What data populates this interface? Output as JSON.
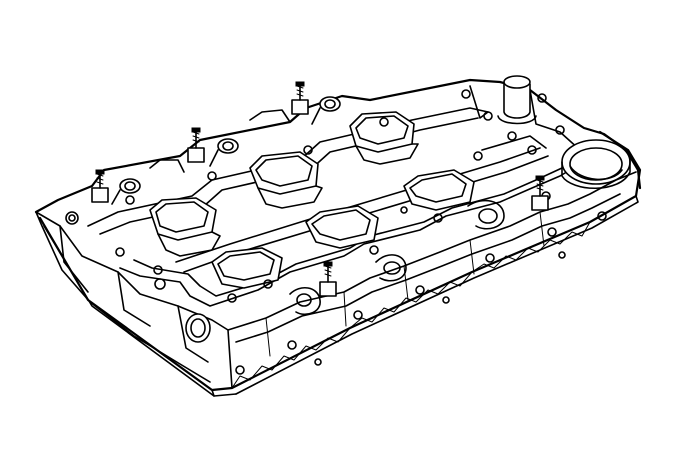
{
  "figure": {
    "subject_icon": "intake-manifest-line-drawing",
    "line_color": "#000000",
    "background_color": "#ffffff",
    "ports": [
      {
        "row": "upper",
        "index": 1
      },
      {
        "row": "upper",
        "index": 2
      },
      {
        "row": "upper",
        "index": 3
      },
      {
        "row": "lower",
        "index": 1
      },
      {
        "row": "lower",
        "index": 2
      },
      {
        "row": "lower",
        "index": 3
      }
    ],
    "studs": [
      {
        "position": "rear-left"
      },
      {
        "position": "rear-center"
      },
      {
        "position": "rear-right"
      },
      {
        "position": "front-center"
      },
      {
        "position": "front-right"
      }
    ]
  }
}
